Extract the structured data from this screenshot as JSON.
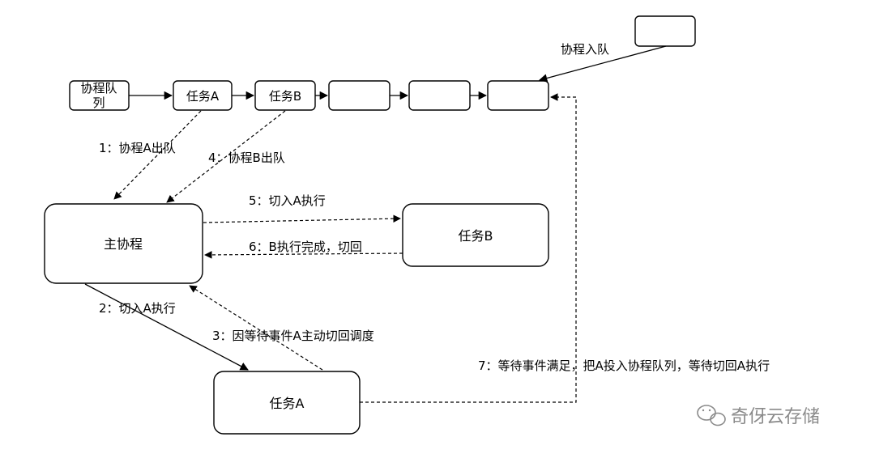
{
  "nodes": {
    "queue_head": "协程队列",
    "queue_a": "任务A",
    "queue_b": "任务B",
    "queue_empty1": "",
    "queue_empty2": "",
    "queue_empty3": "",
    "incoming": "",
    "main": "主协程",
    "task_b": "任务B",
    "task_a": "任务A"
  },
  "labels": {
    "enqueue": "协程入队",
    "step1": "1：协程A出队",
    "step2": "2：切入A执行",
    "step3": "3：因等待事件A主动切回调度",
    "step4": "4：协程B出队",
    "step5": "5：切入A执行",
    "step6": "6：B执行完成，切回",
    "step7": "7：等待事件满足，把A投入协程队列，等待切回A执行"
  },
  "watermark": {
    "text": "奇伢云存储",
    "icon": "wechat-icon"
  }
}
